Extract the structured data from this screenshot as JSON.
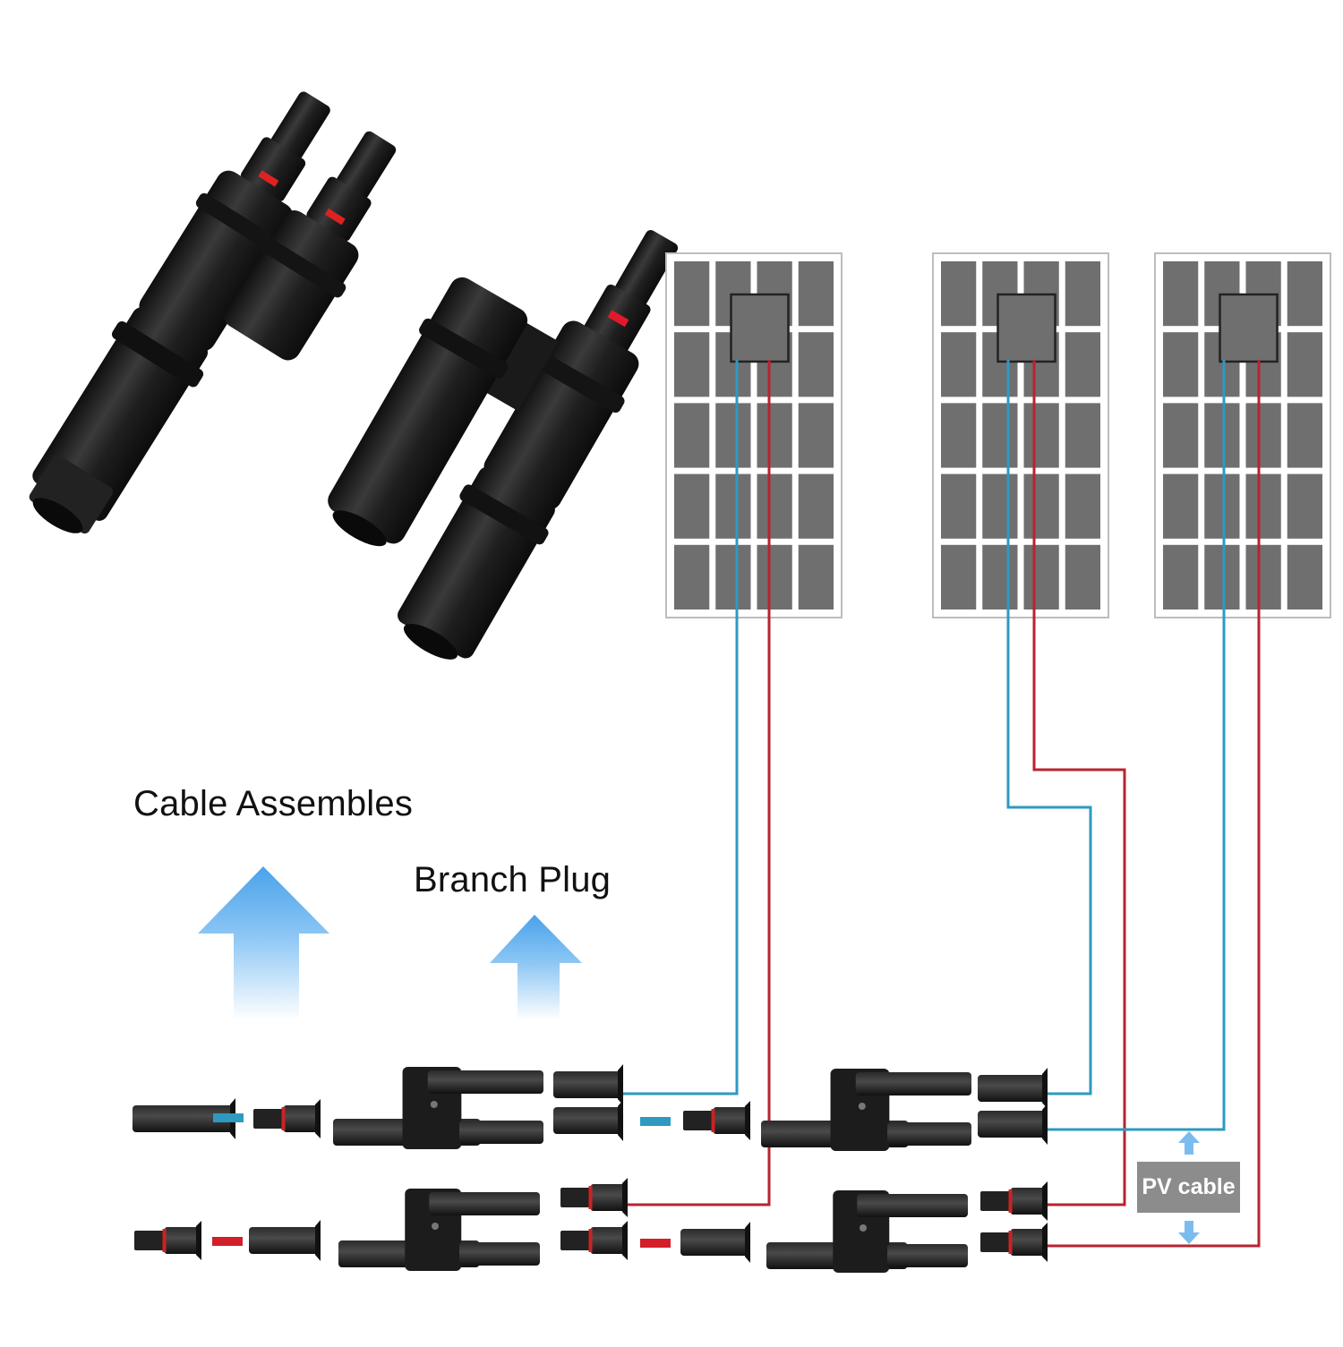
{
  "labels": {
    "cable_assembles": "Cable Assembles",
    "branch_plug": "Branch Plug",
    "pv_cable": "PV cable"
  },
  "colors": {
    "positive_wire": "#b8232f",
    "negative_wire": "#2e9ac0",
    "panel_cell": "#6f6f6f",
    "panel_frame": "#bdbdbd",
    "connector_body": "#1e1e1e",
    "arrow_top": "#4aa2ea",
    "label_box": "#8c8c8c"
  },
  "diagram": {
    "solar_panels": [
      {
        "name": "solar-panel-1",
        "rows": 5,
        "cols": 4
      },
      {
        "name": "solar-panel-2",
        "rows": 5,
        "cols": 4
      },
      {
        "name": "solar-panel-3",
        "rows": 5,
        "cols": 4
      }
    ],
    "legend_icons": [
      "up-arrow-icon-cable-assembles",
      "up-arrow-icon-branch-plug",
      "bidirectional-arrow-icon-pv-cable"
    ],
    "components": [
      "MC4 male connector",
      "MC4 female connector",
      "T-branch connector (2-to-1)",
      "PV cable"
    ]
  }
}
